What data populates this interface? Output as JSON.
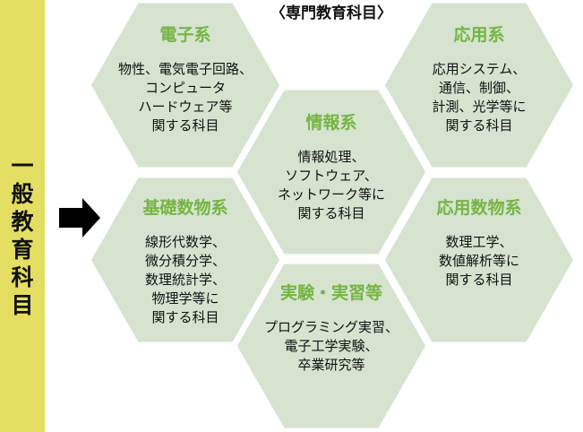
{
  "header": "〈専門教育科目〉",
  "general": "一般教育科目",
  "colors": {
    "hex_fill": "#d5e3cf",
    "title_green": "#76b543",
    "bar": "#e4de62"
  },
  "hexes": [
    {
      "title": "電子系",
      "body": "物性、電気電子回路、\nコンピュータ\nハードウェア等\n関する科目"
    },
    {
      "title": "基礎数物系",
      "body": "線形代数学、\n微分積分学、\n数理統計学、\n物理学等に\n関する科目"
    },
    {
      "title": "情報系",
      "body": "情報処理、\nソフトウェア、\nネットワーク等に\n関する科目"
    },
    {
      "title": "実験・実習等",
      "body": "プログラミング実習、\n電子工学実験、\n卒業研究等"
    },
    {
      "title": "応用系",
      "body": "応用システム、\n通信、制御、\n計測、光学等に\n関する科目"
    },
    {
      "title": "応用数物系",
      "body": "数理工学、\n数値解析等に\n関する科目"
    }
  ]
}
